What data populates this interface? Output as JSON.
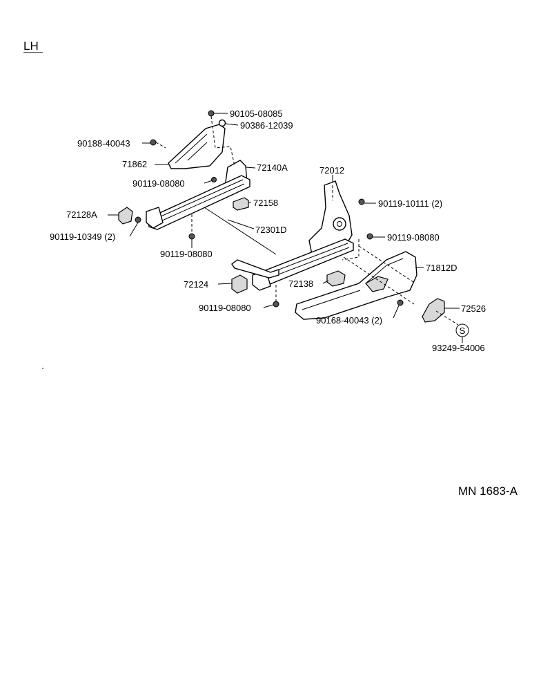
{
  "side_label": "LH",
  "code": "MN 1683-A",
  "s_symbol": "S",
  "labels": {
    "p90105": "90105-08085",
    "p90386": "90386-12039",
    "p90188": "90188-40043",
    "p71862": "71862",
    "p72140A": "72140A",
    "p90119_08080_a": "90119-08080",
    "p72012": "72012",
    "p90119_10111": "90119-10111 (2)",
    "p72158": "72158",
    "p72128A": "72128A",
    "p72301D": "72301D",
    "p90119_10349": "90119-10349 (2)",
    "p90119_08080_b": "90119-08080",
    "p90119_08080_c": "90119-08080",
    "p71812D": "71812D",
    "p72124": "72124",
    "p72138": "72138",
    "p72526": "72526",
    "p90119_08080_d": "90119-08080",
    "p90168": "90168-40043 (2)",
    "p93249": "93249-54006"
  }
}
